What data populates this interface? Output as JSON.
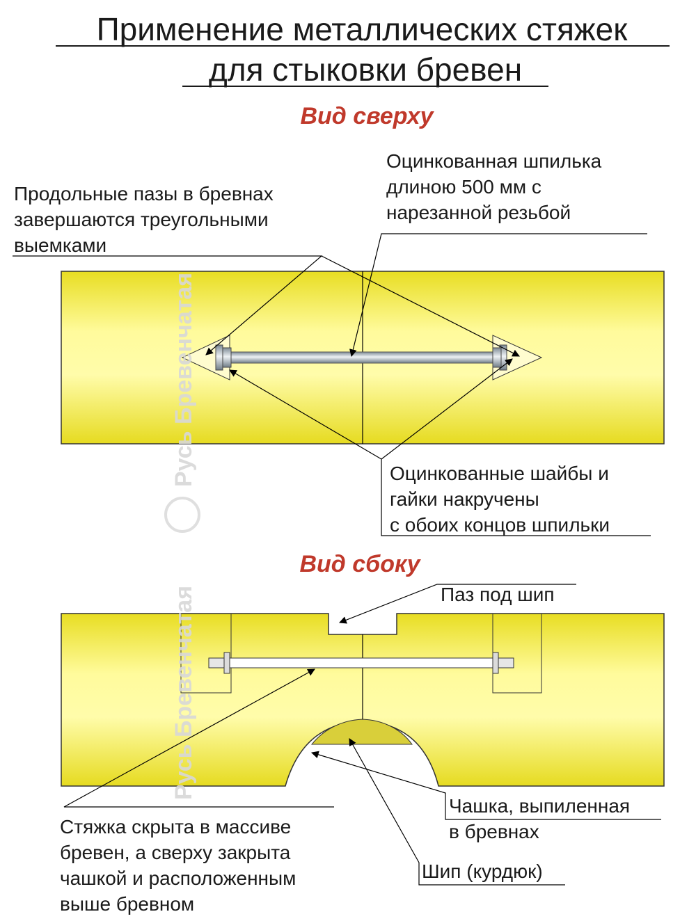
{
  "title": {
    "line1": "Применение металлических стяжек",
    "line2": "для стыковки бревен"
  },
  "top_view": {
    "heading": "Вид сверху",
    "stud_note": [
      "Оцинкованная шпилька",
      "длиною 500 мм с",
      "нарезанной резьбой"
    ],
    "groove_note": [
      "Продольные пазы в бревнах",
      "завершаются треугольными",
      "выемками"
    ],
    "washer_note": [
      "Оцинкованные шайбы и",
      "гайки накручены",
      "с обоих концов шпильки"
    ]
  },
  "side_view": {
    "heading": "Вид сбоку",
    "slot_note": [
      "Паз под шип"
    ],
    "cup_note": [
      "Чашка, выпиленная",
      "в бревнах"
    ],
    "tenon_note": [
      "Шип (курдюк)"
    ],
    "hidden_note": [
      "Стяжка скрыта в массиве",
      "бревен, а сверху закрыта",
      "чашкой и расположенным",
      "выше бревном"
    ]
  },
  "watermark": {
    "top": "Русь Бревенчатая",
    "bottom": "Русь Бревенчатая"
  },
  "colors": {
    "log_light": "#fffb9a",
    "log_dark": "#e6dc1e",
    "tenon": "#d9d03a",
    "heading": "#c0392b",
    "steel": "#b9c3cc"
  }
}
